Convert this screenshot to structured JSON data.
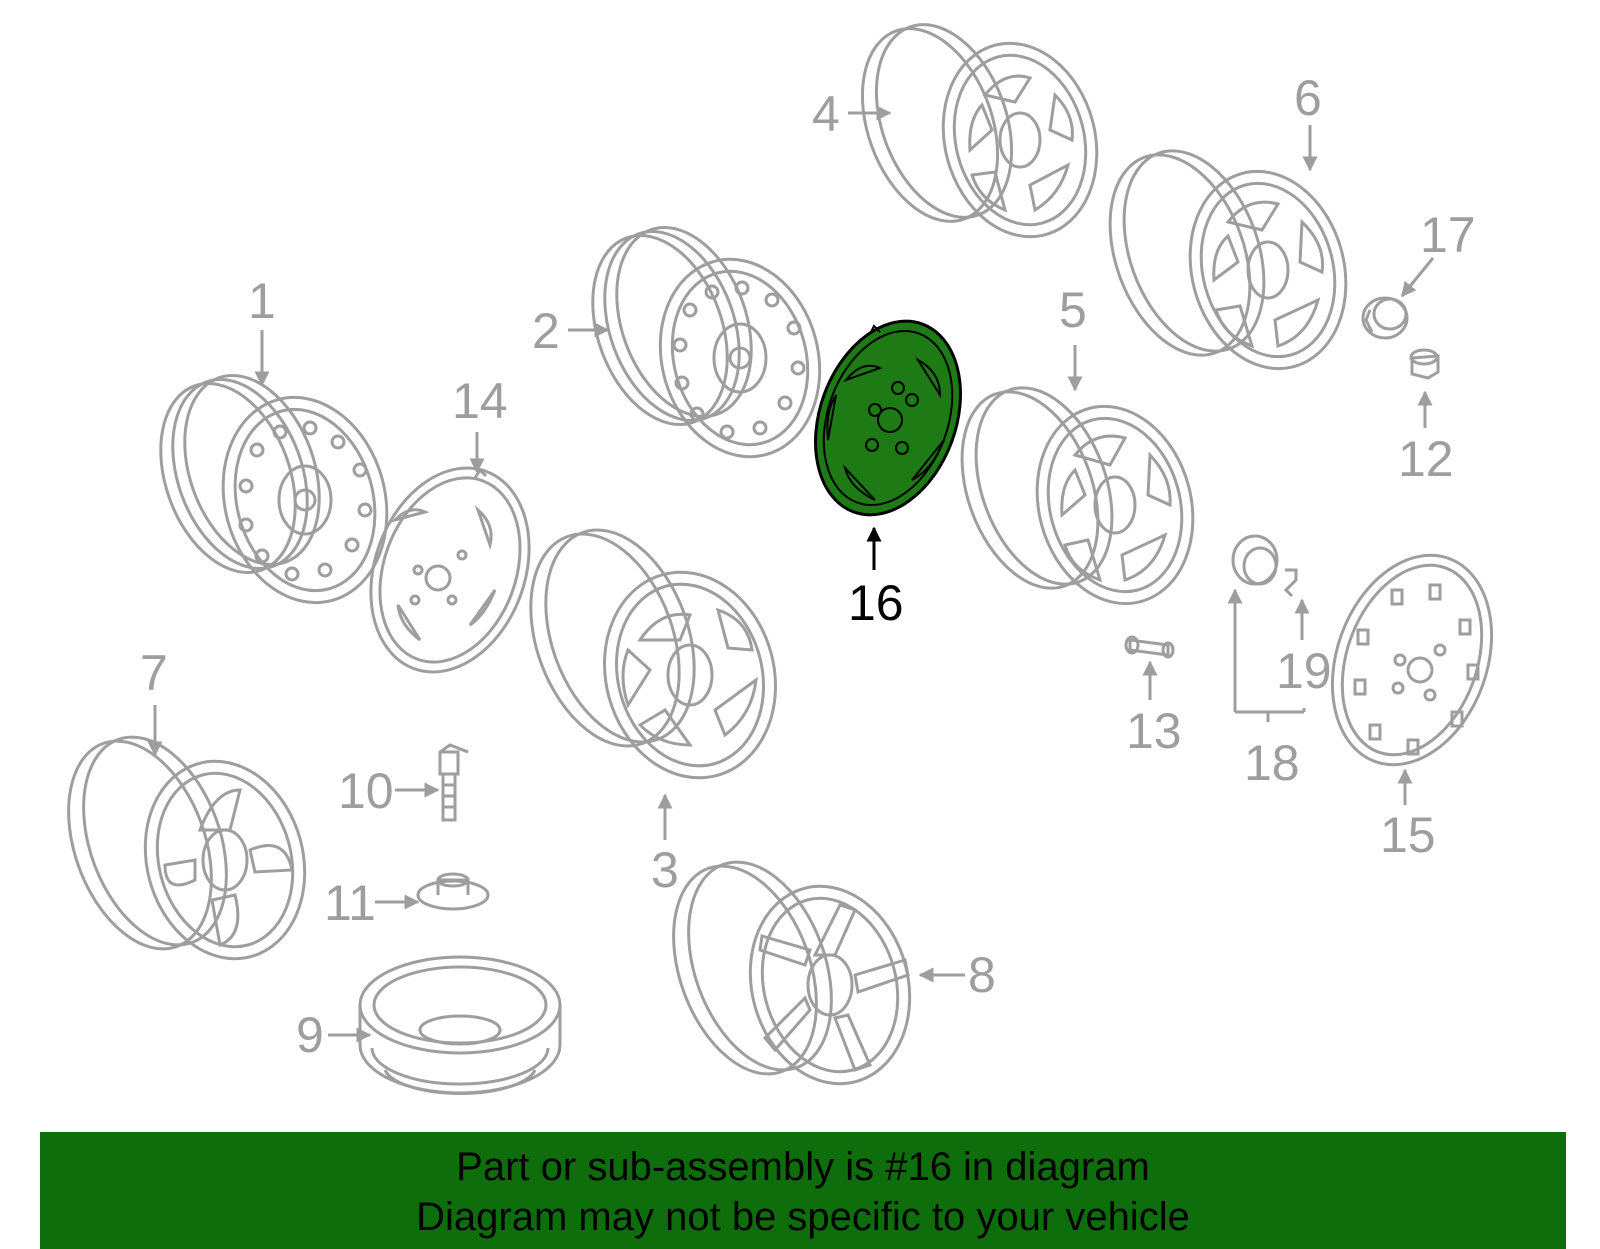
{
  "diagram": {
    "highlighted_part": "16",
    "colors": {
      "outline_gray": "#9e9e9e",
      "highlight_fill": "#1d7a14",
      "highlight_stroke": "#000000",
      "banner_bg": "#0e6e0b"
    },
    "callouts": [
      {
        "label": "1"
      },
      {
        "label": "2"
      },
      {
        "label": "3"
      },
      {
        "label": "4"
      },
      {
        "label": "5"
      },
      {
        "label": "6"
      },
      {
        "label": "7"
      },
      {
        "label": "8"
      },
      {
        "label": "9"
      },
      {
        "label": "10"
      },
      {
        "label": "11"
      },
      {
        "label": "12"
      },
      {
        "label": "13"
      },
      {
        "label": "14"
      },
      {
        "label": "15"
      },
      {
        "label": "16"
      },
      {
        "label": "17"
      },
      {
        "label": "18"
      },
      {
        "label": "19"
      }
    ]
  },
  "banner": {
    "line1": "Part or sub-assembly is #16 in diagram",
    "line2": "Diagram may not be specific to your vehicle"
  }
}
